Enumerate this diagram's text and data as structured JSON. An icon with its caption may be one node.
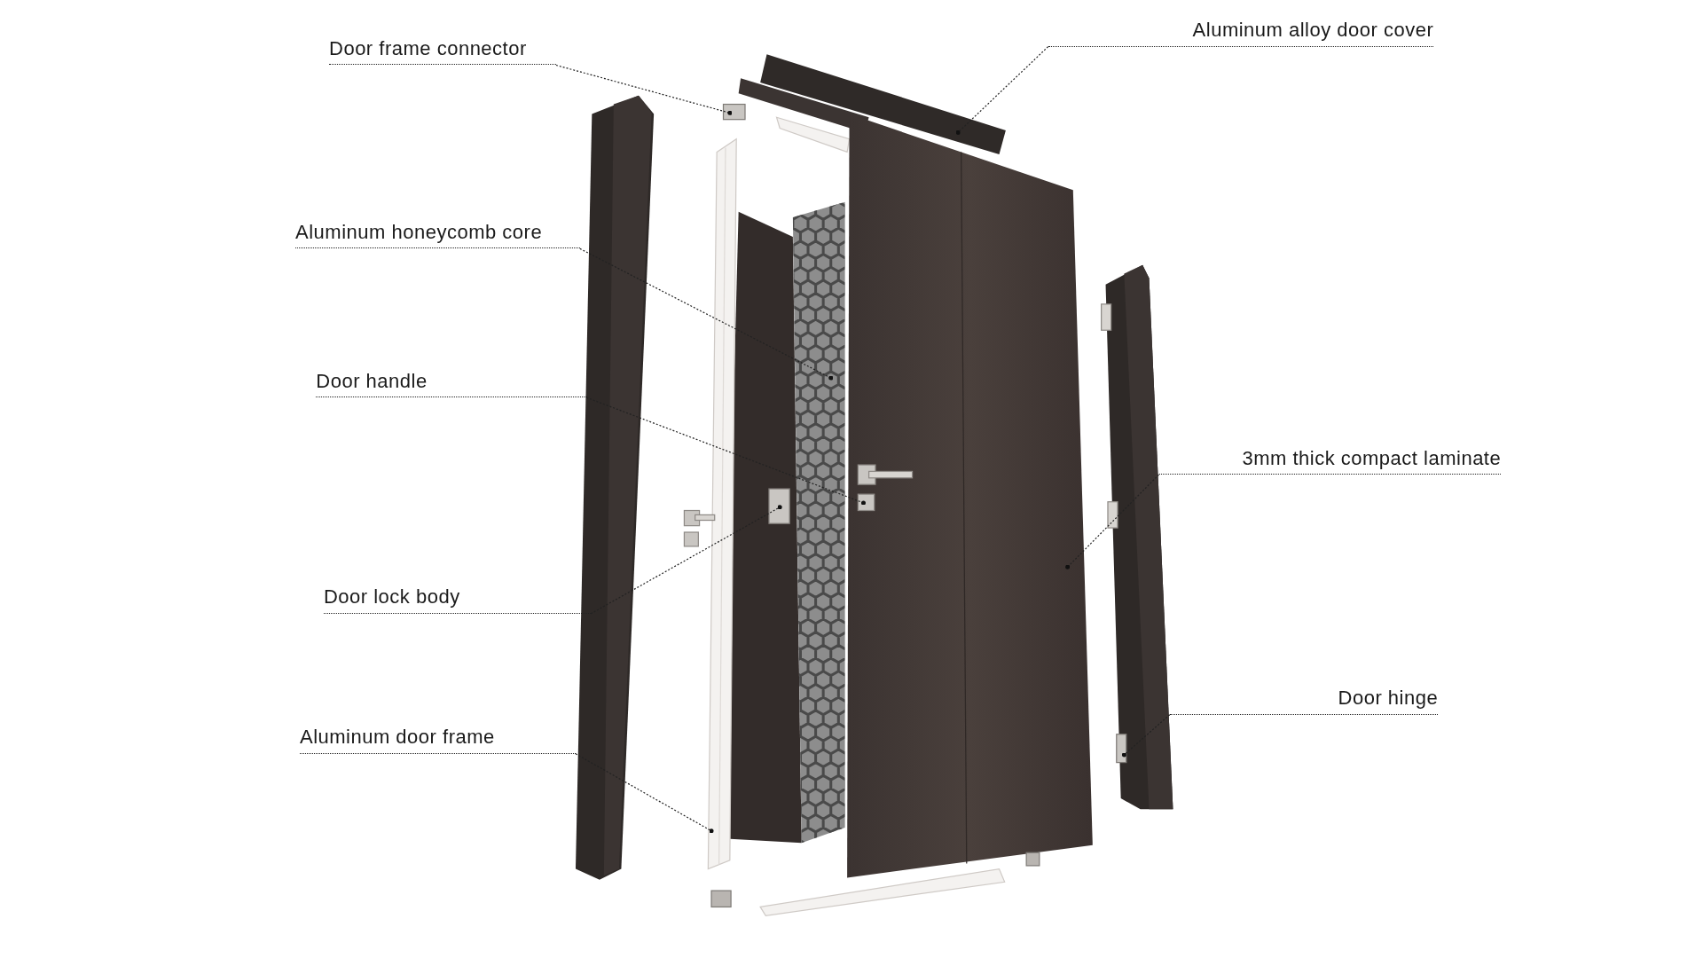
{
  "diagram": {
    "nodes": [
      {
        "text": [
          "Door frame connector"
        ]
      },
      {
        "text": [
          "Aluminum alloy door cover"
        ]
      },
      {
        "text": [
          "Aluminum honeycomb core"
        ]
      },
      {
        "text": [
          "Door handle"
        ]
      },
      {
        "text": [
          "3mm thick compact laminate"
        ]
      },
      {
        "text": [
          "Door lock body"
        ]
      },
      {
        "text": [
          "Door hinge"
        ]
      },
      {
        "text": [
          "Aluminum door frame"
        ]
      },
      {
        "text": [],
        "shape": "box"
      },
      {
        "text": [],
        "shape": "picture"
      },
      {
        "text": [],
        "shape": "picture"
      },
      {
        "text": [],
        "shape": "picture",
        "in": 12
      },
      {
        "text": [],
        "shape": "picture"
      },
      {
        "text": [],
        "shape": "box"
      },
      {
        "text": [],
        "shape": "box"
      },
      {
        "text": [],
        "shape": "picture"
      }
    ],
    "edges": [
      {
        "from": 0,
        "to": 8,
        "arrow": "other",
        "style": "dashed"
      },
      {
        "from": 1,
        "to": 9,
        "arrow": "other",
        "style": "dashed"
      },
      {
        "from": 2,
        "to": 10,
        "arrow": "other",
        "style": "dashed"
      },
      {
        "from": 3,
        "to": 11,
        "arrow": "other",
        "style": "dashed"
      },
      {
        "from": 4,
        "to": 12,
        "arrow": "other",
        "style": "dashed"
      },
      {
        "from": 5,
        "to": 13,
        "arrow": "other",
        "style": "dashed"
      },
      {
        "from": 6,
        "to": 14,
        "arrow": "other",
        "style": "dashed"
      },
      {
        "from": 7,
        "to": 15,
        "arrow": "other",
        "style": "dashed"
      }
    ]
  }
}
